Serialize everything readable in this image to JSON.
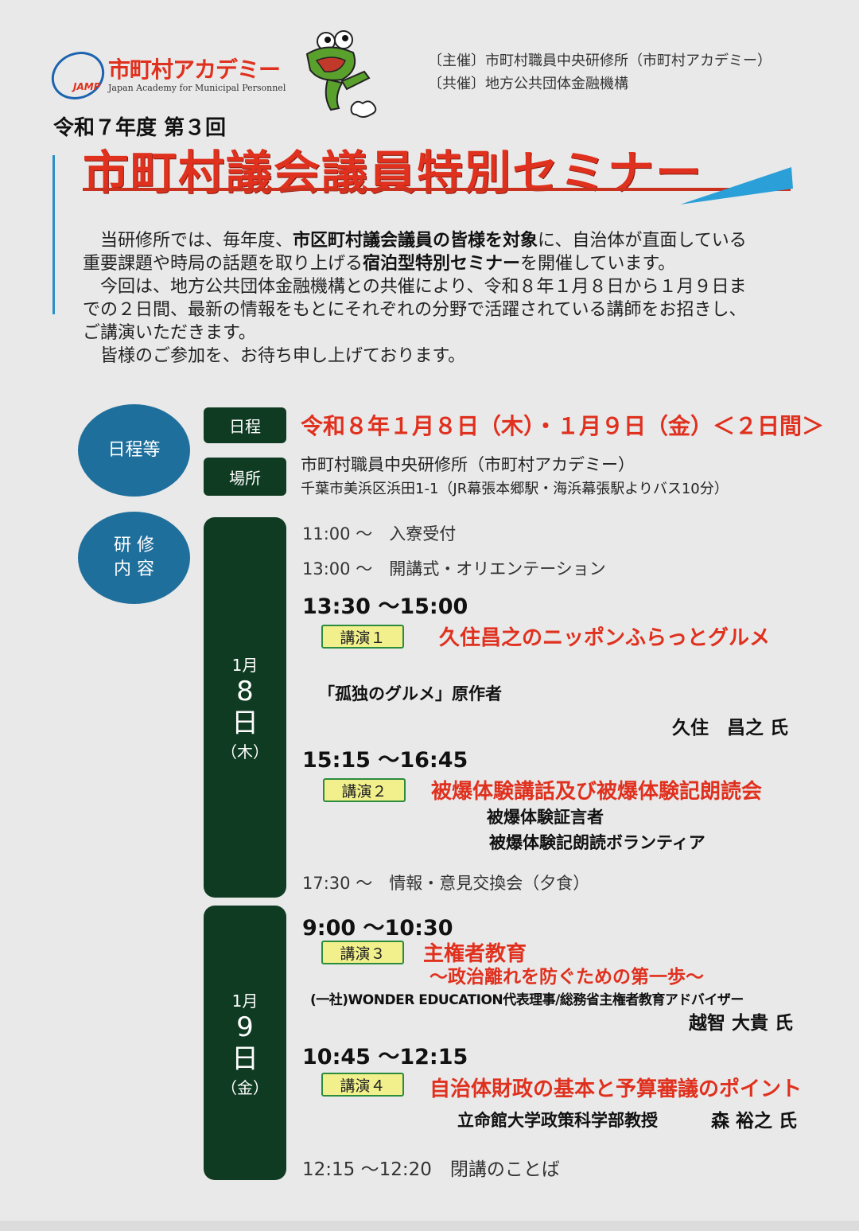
{
  "logo": {
    "name": "市町村アカデミー",
    "abbr": "JAMP",
    "english": "Japan Academy for Municipal Personnel"
  },
  "organizers": {
    "host": "〔主催〕市町村職員中央研修所（市町村アカデミー）",
    "cohost": "〔共催〕地方公共団体金融機構"
  },
  "subtitle": "令和７年度 第３回",
  "title": "市町村議会議員特別セミナー",
  "intro": {
    "l1a": "当研修所では、毎年度、",
    "l1b": "市区町村議会議員の皆様を対象",
    "l1c": "に、自治体が直面している",
    "l2a": "重要課題や時局の話題を取り上げる",
    "l2b": "宿泊型特別セミナー",
    "l2c": "を開催しています。",
    "l3": "今回は、地方公共団体金融機構との共催により、令和８年１月８日から１月９日ま",
    "l4": "での２日間、最新の情報をもとにそれぞれの分野で活躍されている講師をお招きし、",
    "l5": "ご講演いただきます。",
    "l6": "皆様のご参加を、お待ち申し上げております。"
  },
  "overview": {
    "circle1": "日程等",
    "circle2_l1": "研 修",
    "circle2_l2": "内 容",
    "schedule_label": "日程",
    "schedule_value": "令和８年１月８日（木）・１月９日（金）＜２日間＞",
    "venue_label": "場所",
    "venue_name": "市町村職員中央研修所（市町村アカデミー）",
    "venue_address": "千葉市美浜区浜田1-1（JR幕張本郷駅・海浜幕張駅よりバス10分）"
  },
  "day1": {
    "month": "1月",
    "day": "8",
    "dow": "日",
    "weekday": "（木）",
    "items": {
      "t1": "11:00 ～　入寮受付",
      "t2": "13:00 ～　開講式・オリエンテーション",
      "s1_time": "13:30 ～15:00",
      "s1_label": "講演１",
      "s1_title": "久住昌之のニッポンふらっとグルメ",
      "s1_role": "「孤独のグルメ」原作者",
      "s1_name": "久住　昌之 氏",
      "s2_time": "15:15 ～16:45",
      "s2_label": "講演２",
      "s2_title": "被爆体験講話及び被爆体験記朗読会",
      "s2_role1": "被爆体験証言者",
      "s2_role2": "被爆体験記朗読ボランティア",
      "t3": "17:30 ～　情報・意見交換会（夕食）"
    }
  },
  "day2": {
    "month": "1月",
    "day": "9",
    "dow": "日",
    "weekday": "（金）",
    "items": {
      "s3_time": "9:00 ～10:30",
      "s3_label": "講演３",
      "s3_title": "主権者教育",
      "s3_subtitle": "～政治離れを防ぐための第一歩～",
      "s3_role": "(一社)WONDER EDUCATION代表理事/総務省主権者教育アドバイザー",
      "s3_name": "越智 大貴 氏",
      "s4_time": "10:45 ～12:15",
      "s4_label": "講演４",
      "s4_title": "自治体財政の基本と予算審議のポイント",
      "s4_role": "立命館大学政策科学部教授",
      "s4_name": "森 裕之 氏",
      "t4": "12:15 ～12:20　閉講のことば"
    }
  }
}
